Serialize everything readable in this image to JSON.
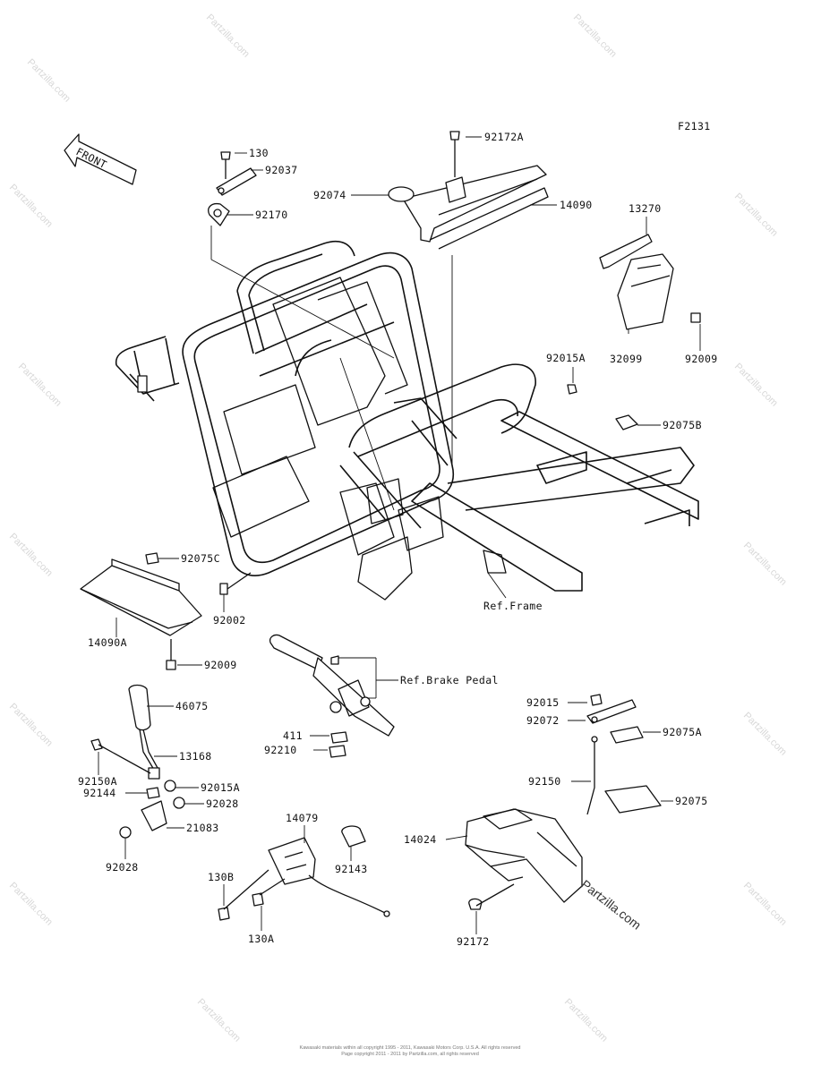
{
  "figure_code": "F2131",
  "front_arrow_text": "FRONT",
  "labels": {
    "p130": "130",
    "p92037": "92037",
    "p92170": "92170",
    "p92172A": "92172A",
    "p92074": "92074",
    "p14090": "14090",
    "p13270": "13270",
    "p32099": "32099",
    "p92009a": "92009",
    "p92015A": "92015A",
    "p92075B": "92075B",
    "p92075C": "92075C",
    "p92002": "92002",
    "ref_frame": "Ref.Frame",
    "p14090A": "14090A",
    "p92009b": "92009",
    "ref_brake": "Ref.Brake Pedal",
    "p46075": "46075",
    "p411": "411",
    "p92210": "92210",
    "p92015": "92015",
    "p92072": "92072",
    "p92075A": "92075A",
    "p13168": "13168",
    "p92150A": "92150A",
    "p92015A2": "92015A",
    "p92144": "92144",
    "p92028a": "92028",
    "p21083": "21083",
    "p92028b": "92028",
    "p92150": "92150",
    "p92075": "92075",
    "p14079": "14079",
    "p14024": "14024",
    "p92143": "92143",
    "p130B": "130B",
    "p130A": "130A",
    "p92172": "92172"
  },
  "brand": "Partzilla.com",
  "footer_line1": "Kawasaki materials within all copyright 1995 - 2011, Kawasaki Motors Corp. U.S.A. All rights reserved",
  "footer_line2": "Page copyright 2011 - 2011 by Partzilla.com, all rights reserved"
}
